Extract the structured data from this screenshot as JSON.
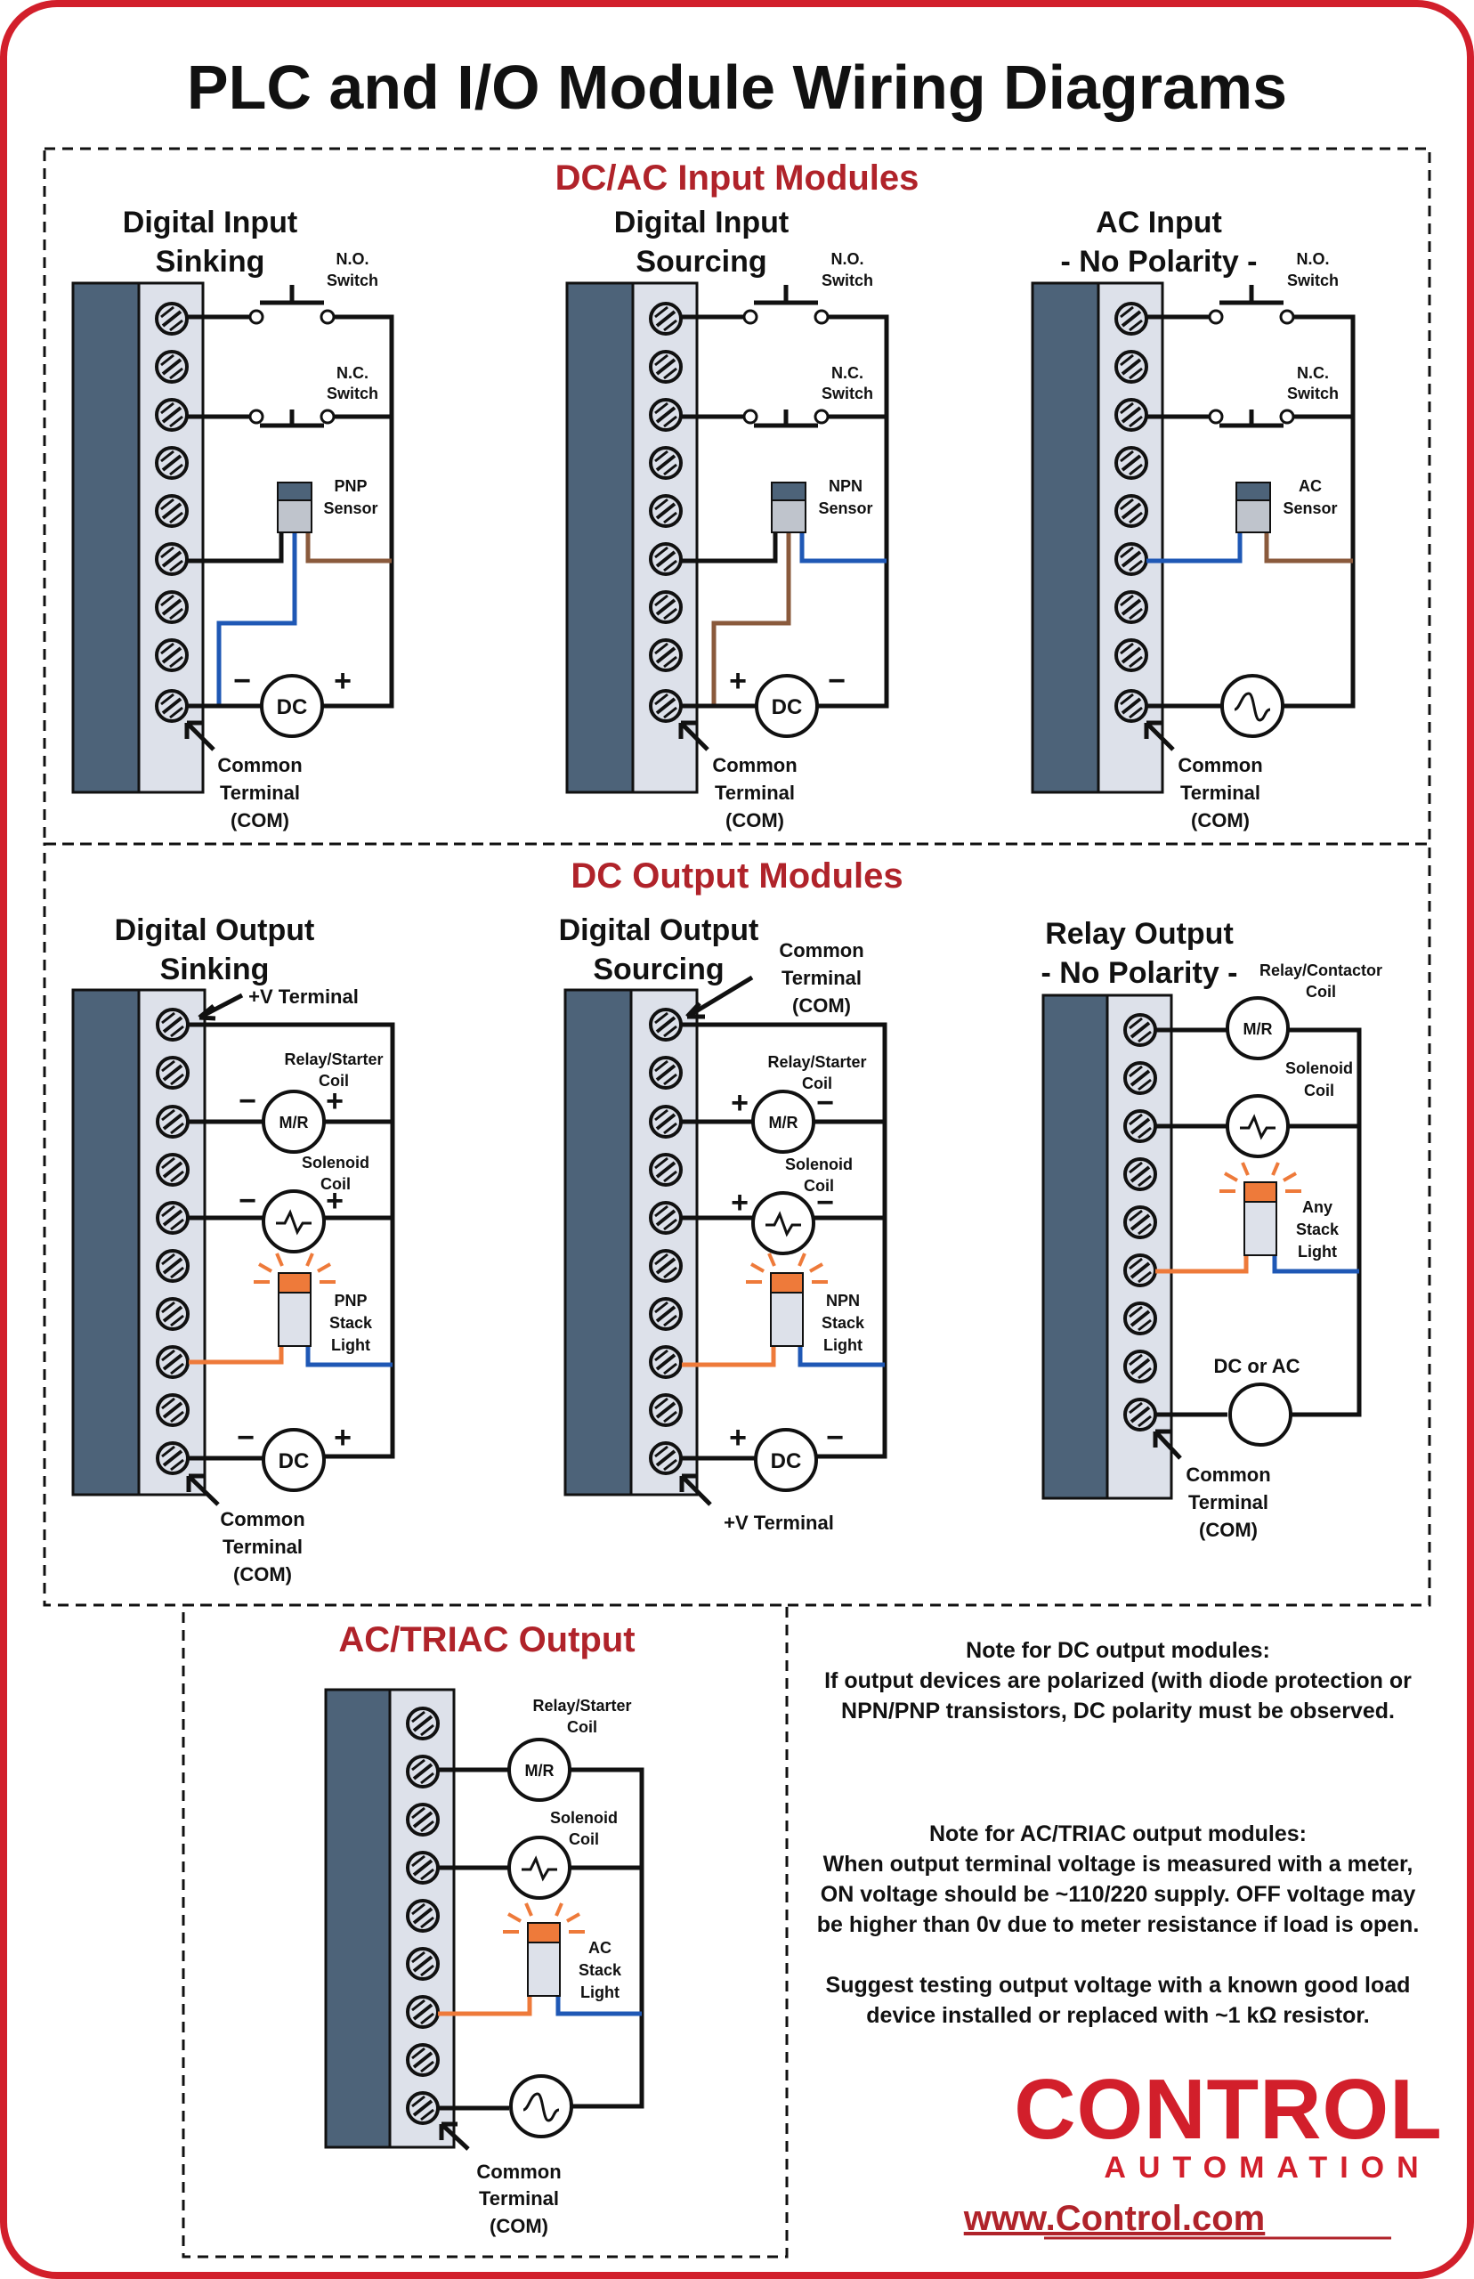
{
  "page": {
    "title": "PLC and I/O Module Wiring Diagrams",
    "colors": {
      "frame": "#d21f2b",
      "section_heading": "#b0232a",
      "module_body": "#4d6379",
      "terminal_strip": "#dde1ea",
      "wire_blue": "#1f58b5",
      "wire_brown": "#8a5a3c",
      "wire_orange": "#ee7a3a",
      "light_top": "#ee7a3a"
    }
  },
  "input_section": {
    "heading": "DC/AC Input Modules",
    "panels": [
      {
        "title_1": "Digital Input",
        "title_2": "Sinking",
        "no_switch": [
          "N.O.",
          "Switch"
        ],
        "nc_switch": [
          "N.C.",
          "Switch"
        ],
        "sensor": [
          "PNP",
          "Sensor"
        ],
        "supply": "DC",
        "supply_left": "−",
        "supply_right": "+",
        "com": [
          "Common",
          "Terminal",
          "(COM)"
        ]
      },
      {
        "title_1": "Digital Input",
        "title_2": "Sourcing",
        "no_switch": [
          "N.O.",
          "Switch"
        ],
        "nc_switch": [
          "N.C.",
          "Switch"
        ],
        "sensor": [
          "NPN",
          "Sensor"
        ],
        "supply": "DC",
        "supply_left": "+",
        "supply_right": "−",
        "com": [
          "Common",
          "Terminal",
          "(COM)"
        ]
      },
      {
        "title_1": "AC Input",
        "title_2": "- No Polarity -",
        "no_switch": [
          "N.O.",
          "Switch"
        ],
        "nc_switch": [
          "N.C.",
          "Switch"
        ],
        "sensor": [
          "AC",
          "Sensor"
        ],
        "supply": "ac-source-icon",
        "com": [
          "Common",
          "Terminal",
          "(COM)"
        ]
      }
    ]
  },
  "output_section": {
    "heading": "DC Output Modules",
    "panels": [
      {
        "title_1": "Digital Output",
        "title_2": "Sinking",
        "top_label": "+V Terminal",
        "relay": [
          "Relay/Starter",
          "Coil"
        ],
        "relay_symbol": "M/R",
        "solenoid": [
          "Solenoid",
          "Coil"
        ],
        "light": [
          "PNP",
          "Stack",
          "Light"
        ],
        "supply": "DC",
        "sign_left": "−",
        "sign_right": "+",
        "bottom_label": [
          "Common",
          "Terminal",
          "(COM)"
        ]
      },
      {
        "title_1": "Digital Output",
        "title_2": "Sourcing",
        "top_label": [
          "Common",
          "Terminal",
          "(COM)"
        ],
        "relay": [
          "Relay/Starter",
          "Coil"
        ],
        "relay_symbol": "M/R",
        "solenoid": [
          "Solenoid",
          "Coil"
        ],
        "light": [
          "NPN",
          "Stack",
          "Light"
        ],
        "supply": "DC",
        "sign_left": "+",
        "sign_right": "−",
        "bottom_label": "+V Terminal"
      },
      {
        "title_1": "Relay Output",
        "title_2": "- No Polarity -",
        "relay": [
          "Relay/Contactor",
          "Coil"
        ],
        "relay_symbol": "M/R",
        "solenoid": [
          "Solenoid",
          "Coil"
        ],
        "light": [
          "Any",
          "Stack",
          "Light"
        ],
        "supply_label": "DC or AC",
        "com": [
          "Common",
          "Terminal",
          "(COM)"
        ]
      }
    ]
  },
  "triac_section": {
    "heading": "AC/TRIAC Output",
    "relay": [
      "Relay/Starter",
      "Coil"
    ],
    "relay_symbol": "M/R",
    "solenoid": [
      "Solenoid",
      "Coil"
    ],
    "light": [
      "AC",
      "Stack",
      "Light"
    ],
    "com": [
      "Common",
      "Terminal",
      "(COM)"
    ]
  },
  "notes": {
    "dc_heading": "Note for DC output modules:",
    "dc_lines": [
      "If output devices are polarized (with diode protection or",
      "NPN/PNP transistors, DC polarity must be observed."
    ],
    "ac_heading": "Note for AC/TRIAC output modules:",
    "ac_lines": [
      "When output terminal voltage is measured with a meter,",
      "ON voltage should be ~110/220 supply. OFF voltage may",
      "be higher than 0v due to meter resistance if load is open."
    ],
    "test_lines": [
      "Suggest testing output voltage with a known good load",
      "device installed or replaced with ~1 kΩ resistor."
    ]
  },
  "brand": {
    "name": "CONTROL",
    "tagline": "AUTOMATION",
    "url": "www.Control.com"
  }
}
